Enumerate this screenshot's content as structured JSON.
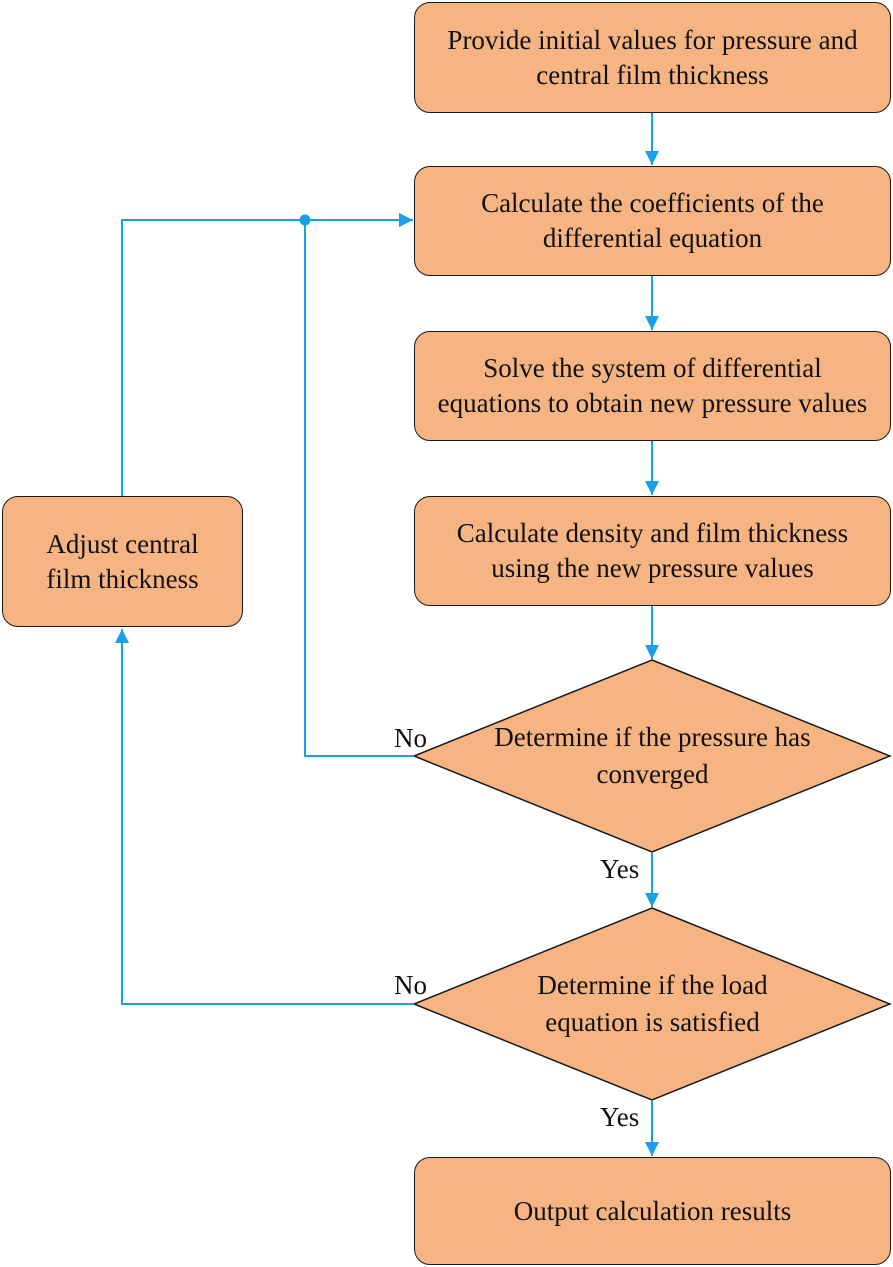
{
  "steps": {
    "init": "Provide initial values for pressure and central film thickness",
    "coefficients": "Calculate the coefficients of the differential equation",
    "solve": "Solve the system of differential equations to obtain new pressure values",
    "density": "Calculate density and film thickness using the new pressure values",
    "adjust": "Adjust central film thickness",
    "output": "Output calculation results"
  },
  "decisions": {
    "pressure": "Determine if the pressure has converged",
    "load": "Determine if the load equation is satisfied"
  },
  "labels": {
    "no_1": "No",
    "yes_1": "Yes",
    "no_2": "No",
    "yes_2": "Yes"
  },
  "colors": {
    "node_fill": "#f5b482",
    "connector": "#1aa0e8",
    "outline": "#1a1a1a"
  }
}
